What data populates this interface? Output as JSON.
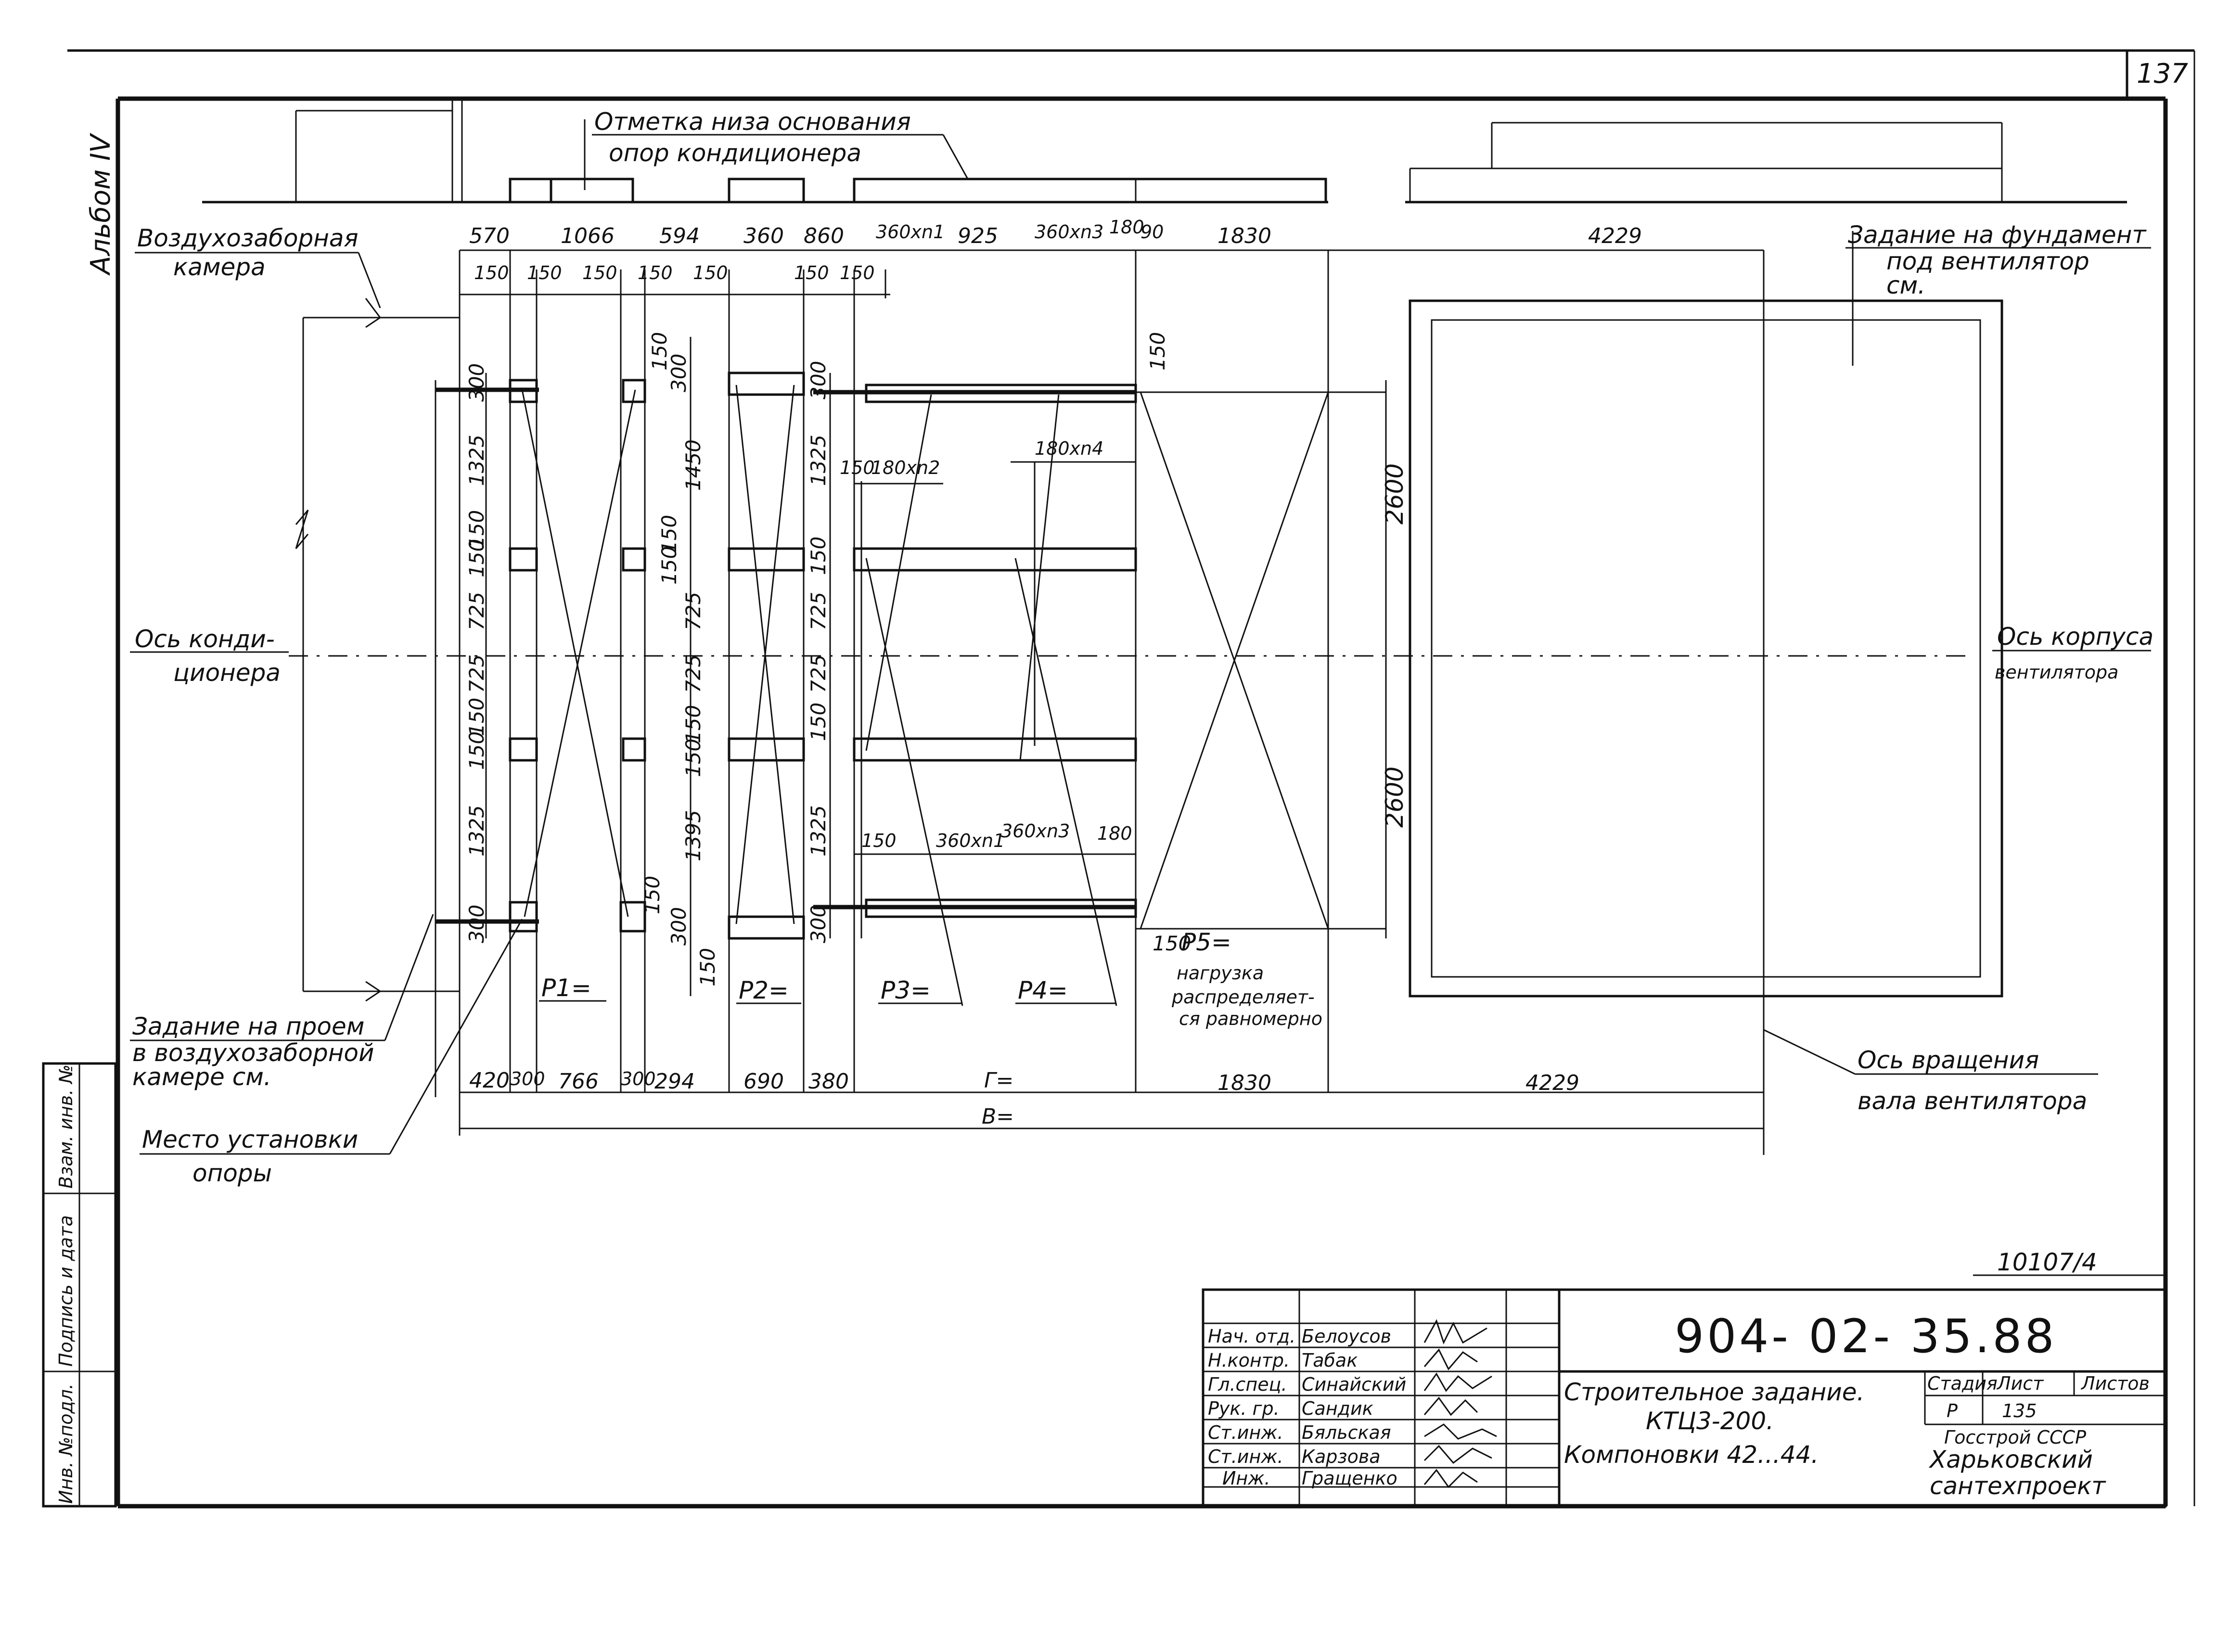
{
  "sheet": {
    "page_number": "137",
    "album_label": "Альбом IV",
    "inventory_number": "10107/4",
    "left_stamp": [
      "Инв. №подл.",
      "Подпись и дата",
      "Взам. инв. №"
    ]
  },
  "labels": {
    "base_mark_line1": "Отметка низа основания",
    "base_mark_line2": "опор кондиционера",
    "air_chamber_line1": "Воздухозаборная",
    "air_chamber_line2": "камера",
    "fan_foundation_line1": "Задание на фундамент",
    "fan_foundation_line2": "под вентилятор",
    "fan_foundation_line3": "см.",
    "axis_conditioner_line1": "Ось конди-",
    "axis_conditioner_line2": "ционера",
    "axis_fan_body_line1": "Ось корпуса",
    "axis_fan_body_line2": "вентилятора",
    "opening_task_line1": "Задание на проем",
    "opening_task_line2": "в воздухозаборной",
    "opening_task_line3": "камере см.",
    "support_place_line1": "Место установки",
    "support_place_line2": "опоры",
    "rotation_axis_line1": "Ось вращения",
    "rotation_axis_line2": "вала вентилятора",
    "p1": "P1=",
    "p2": "P2=",
    "p3": "P3=",
    "p4": "P4=",
    "p5_line1": "P5=",
    "p5_line2": "нагрузка",
    "p5_line3": "распределяет-",
    "p5_line4": "ся равномерно"
  },
  "dimensions": {
    "top_row": [
      "570",
      "1066",
      "594",
      "360",
      "860",
      "360хn1",
      "925",
      "360хn3",
      "180",
      "90",
      "1830",
      "4229"
    ],
    "second_row": [
      "150",
      "150",
      "150",
      "150",
      "150",
      "150",
      "150"
    ],
    "bottom_row": [
      "420",
      "300",
      "766",
      "300",
      "294",
      "690",
      "380",
      "Г=",
      "1830",
      "4229"
    ],
    "overall": "В=",
    "vertical_left": [
      "300",
      "1325",
      "150",
      "150",
      "725",
      "725",
      "150",
      "150",
      "1325",
      "300"
    ],
    "vertical_mid": [
      "150",
      "300",
      "1450",
      "150",
      "150",
      "725",
      "725",
      "150",
      "150",
      "1395",
      "150",
      "300",
      "150"
    ],
    "vertical_mid2": [
      "300",
      "1325",
      "150",
      "725",
      "725",
      "150",
      "1325",
      "300"
    ],
    "vertical_right": [
      "150",
      "2600",
      "2600",
      "150"
    ],
    "inner_top": [
      "150",
      "180хn2",
      "180хn4"
    ],
    "inner_bottom": [
      "150",
      "360хn1",
      "360хn3",
      "180"
    ]
  },
  "title_block": {
    "document_code": "904- 02- 35.88",
    "title_line1": "Строительное задание.",
    "title_line2": "КТЦ3-200.",
    "title_line3": "Компоновки 42...44.",
    "stage_header": "Стадия",
    "sheet_header": "Лист",
    "sheets_header": "Листов",
    "stage": "Р",
    "sheet": "135",
    "sheets": "",
    "org_line1": "Госстрой СССР",
    "org_line2": "Харьковский",
    "org_line3": "сантехпроект",
    "roles": [
      "Нач. отд.",
      "Н.контр.",
      "Гл.спец.",
      "Рук. гр.",
      "Ст.инж.",
      "Ст.инж.",
      "Инж."
    ],
    "names": [
      "Белоусов",
      "Табак",
      "Синайский",
      "Сандик",
      "Бяльская",
      "Карзова",
      "Гращенко"
    ]
  }
}
